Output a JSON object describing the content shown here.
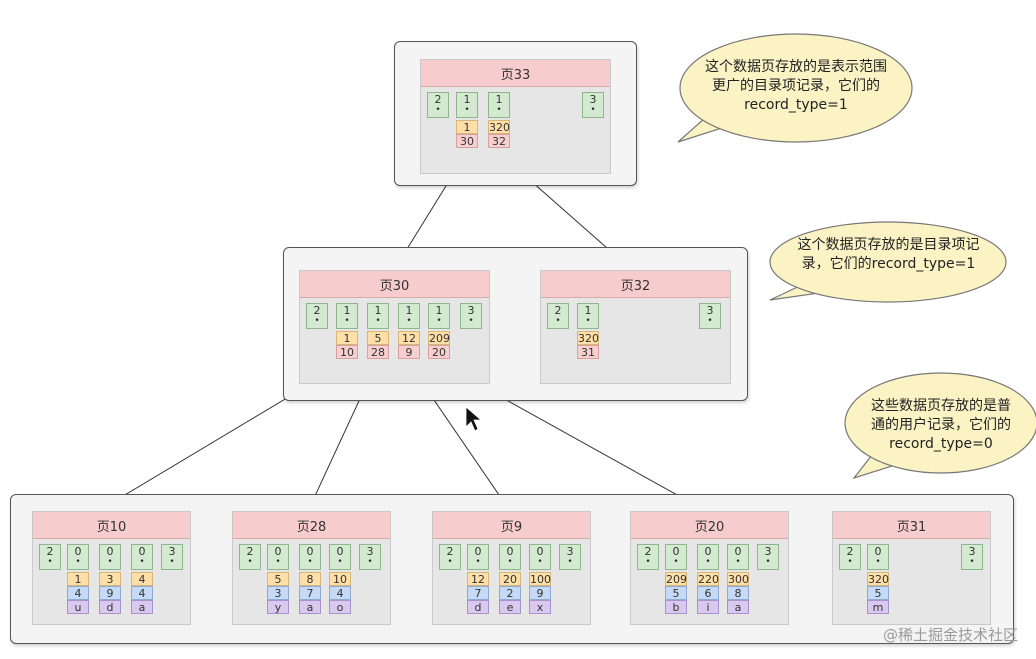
{
  "colors": {
    "header": "#f7cccc",
    "slot": "#d3ead0",
    "key": "#fddfa7",
    "page_ref": "#f8cfcf",
    "number": "#c6daf5",
    "letter": "#d9c9ee",
    "bubble": "#fbf3c4"
  },
  "bubbles": {
    "top": [
      "这个数据页存放的是表示范围",
      "更广的目录项记录，它们的",
      "record_type=1"
    ],
    "middle": [
      "这个数据页存放的是目录项记",
      "录，它们的record_type=1"
    ],
    "bottom": [
      "这些数据页存放的是普",
      "通的用户记录，它们的",
      "record_type=0"
    ]
  },
  "pages": {
    "p33": {
      "title": "页33",
      "slots": [
        "2",
        "1",
        "1",
        "3"
      ],
      "keys": [
        "1",
        "320"
      ],
      "refs": [
        "30",
        "32"
      ]
    },
    "p30": {
      "title": "页30",
      "slots": [
        "2",
        "1",
        "1",
        "1",
        "1",
        "3"
      ],
      "keys": [
        "1",
        "5",
        "12",
        "209"
      ],
      "refs": [
        "10",
        "28",
        "9",
        "20"
      ]
    },
    "p32": {
      "title": "页32",
      "slots": [
        "2",
        "1",
        "3"
      ],
      "keys": [
        "320"
      ],
      "refs": [
        "31"
      ]
    },
    "p10": {
      "title": "页10",
      "slots": [
        "2",
        "0",
        "0",
        "0",
        "3"
      ],
      "keys": [
        "1",
        "3",
        "4"
      ],
      "nums": [
        "4",
        "9",
        "4"
      ],
      "chars": [
        "u",
        "d",
        "a"
      ]
    },
    "p28": {
      "title": "页28",
      "slots": [
        "2",
        "0",
        "0",
        "0",
        "3"
      ],
      "keys": [
        "5",
        "8",
        "10"
      ],
      "nums": [
        "3",
        "7",
        "4"
      ],
      "chars": [
        "y",
        "a",
        "o"
      ]
    },
    "p9": {
      "title": "页9",
      "slots": [
        "2",
        "0",
        "0",
        "0",
        "3"
      ],
      "keys": [
        "12",
        "20",
        "100"
      ],
      "nums": [
        "7",
        "2",
        "9"
      ],
      "chars": [
        "d",
        "e",
        "x"
      ]
    },
    "p20": {
      "title": "页20",
      "slots": [
        "2",
        "0",
        "0",
        "0",
        "3"
      ],
      "keys": [
        "209",
        "220",
        "300"
      ],
      "nums": [
        "5",
        "6",
        "8"
      ],
      "chars": [
        "b",
        "i",
        "a"
      ]
    },
    "p31": {
      "title": "页31",
      "slots": [
        "2",
        "0",
        "3"
      ],
      "keys": [
        "320"
      ],
      "nums": [
        "5"
      ],
      "chars": [
        "m"
      ]
    }
  },
  "watermark": "@稀土掘金技术社区"
}
